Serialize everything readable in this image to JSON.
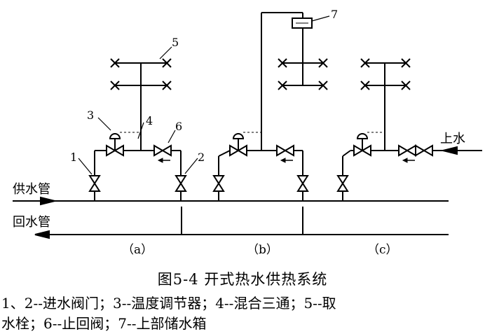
{
  "diagram": {
    "supply_pipe_label": "供水管",
    "return_pipe_label": "回水管",
    "inlet_label": "上水",
    "system_labels": [
      "（a）",
      "（b）",
      "（c）"
    ],
    "callouts": [
      "1",
      "2",
      "3",
      "4",
      "5",
      "6",
      "7"
    ]
  },
  "caption": "图5-4   开式热水供热系统",
  "legend": {
    "line1": "1、2--进水阀门；3--温度调节器；4--混合三通；5--取",
    "line2": "水栓；6--止回阀；7--上部储水箱"
  }
}
